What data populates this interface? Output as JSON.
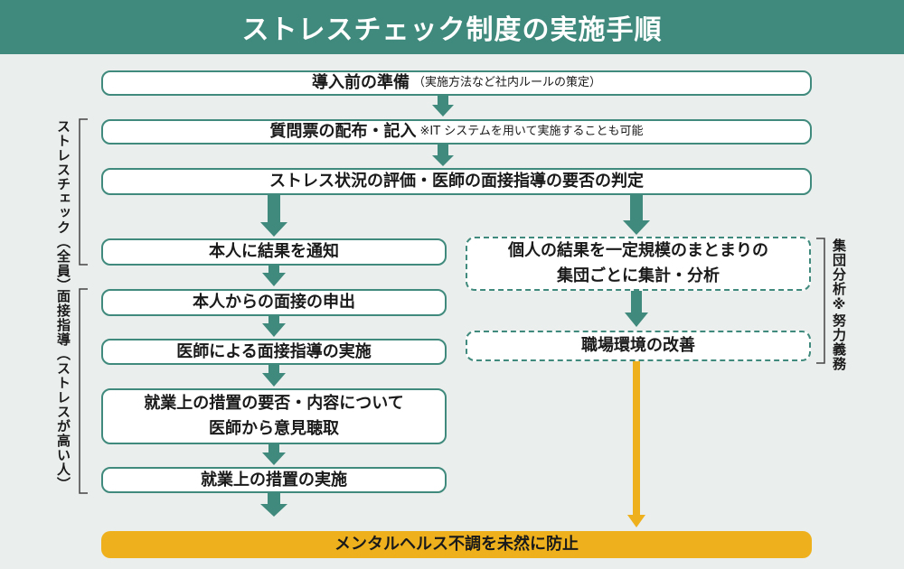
{
  "title": "ストレスチェック制度の実施手順",
  "steps": {
    "prep_main": "導入前の準備",
    "prep_note": "（実施方法など社内ルールの策定）",
    "questionnaire_main": "質問票の配布・記入",
    "questionnaire_note": "※IT システムを用いて実施することも可能",
    "evaluation": "ストレス状況の評価・医師の面接指導の要否の判定",
    "notify": "本人に結果を通知",
    "request": "本人からの面接の申出",
    "interview": "医師による面接指導の実施",
    "opinion_line1": "就業上の措置の要否・内容について",
    "opinion_line2": "医師から意見聴取",
    "measures": "就業上の措置の実施",
    "group_line1": "個人の結果を一定規模のまとまりの",
    "group_line2": "集団ごとに集計・分析",
    "improve": "職場環境の改善",
    "goal": "メンタルヘルス不調を未然に防止"
  },
  "side_labels": {
    "stress_check": "ストレスチェック（全員）",
    "interview_guidance": "面接指導（ストレスが高い人）",
    "group_analysis": "集団分析※努力義務"
  },
  "colors": {
    "header_bg": "#3f8a7c",
    "accent": "#3f8a7c",
    "gold": "#eeb11d",
    "background": "#eaeeec"
  }
}
